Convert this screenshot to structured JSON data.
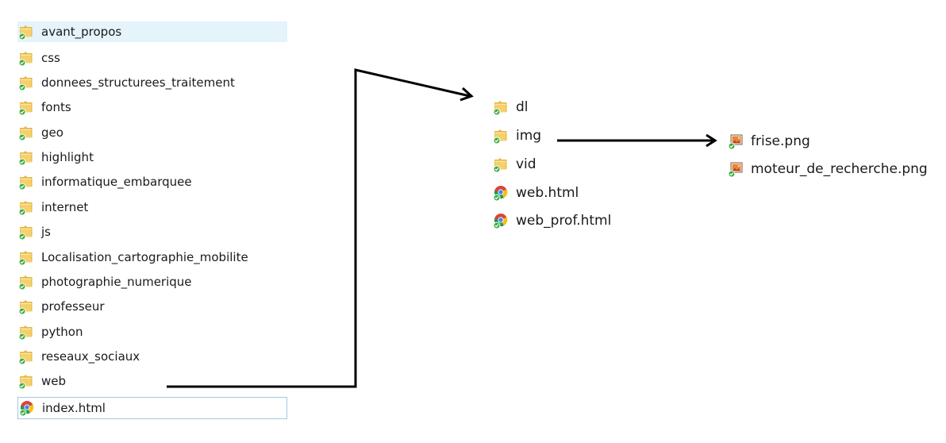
{
  "left_list": {
    "items": [
      {
        "label": "avant_propos",
        "type": "folder"
      },
      {
        "label": "css",
        "type": "folder"
      },
      {
        "label": "donnees_structurees_traitement",
        "type": "folder"
      },
      {
        "label": "fonts",
        "type": "folder"
      },
      {
        "label": "geo",
        "type": "folder"
      },
      {
        "label": "highlight",
        "type": "folder"
      },
      {
        "label": "informatique_embarquee",
        "type": "folder"
      },
      {
        "label": "internet",
        "type": "folder"
      },
      {
        "label": "js",
        "type": "folder"
      },
      {
        "label": "Localisation_cartographie_mobilite",
        "type": "folder"
      },
      {
        "label": "photographie_numerique",
        "type": "folder"
      },
      {
        "label": "professeur",
        "type": "folder"
      },
      {
        "label": "python",
        "type": "folder"
      },
      {
        "label": "reseaux_sociaux",
        "type": "folder"
      },
      {
        "label": "web",
        "type": "folder"
      },
      {
        "label": "index.html",
        "type": "chrome-html"
      }
    ]
  },
  "web_list": {
    "items": [
      {
        "label": "dl",
        "type": "folder"
      },
      {
        "label": "img",
        "type": "folder"
      },
      {
        "label": "vid",
        "type": "folder"
      },
      {
        "label": "web.html",
        "type": "chrome-html"
      },
      {
        "label": "web_prof.html",
        "type": "chrome-html"
      }
    ]
  },
  "img_list": {
    "items": [
      {
        "label": "frise.png",
        "type": "image"
      },
      {
        "label": "moteur_de_recherche.png",
        "type": "image"
      }
    ]
  },
  "colors": {
    "folder": "#f5d06b",
    "folder_dark": "#e3b33f",
    "sync_check": "#3cab3c",
    "hover_bg": "#e5f3fb",
    "focus_border": "#9fcbe6",
    "arrow": "#000000"
  }
}
